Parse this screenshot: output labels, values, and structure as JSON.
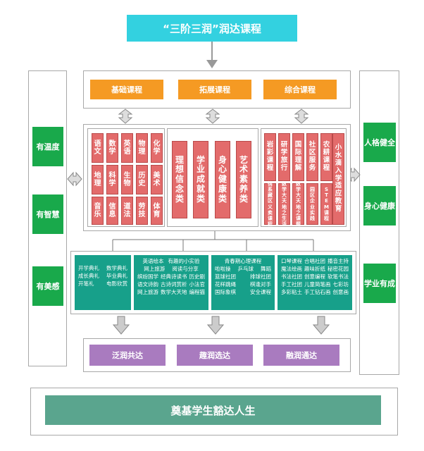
{
  "title": "“三阶三润”润达课程",
  "left_labels": [
    "有温度",
    "有智慧",
    "有美感"
  ],
  "right_labels": [
    "人格健全",
    "身心健康",
    "学业有成"
  ],
  "tiers": [
    "基础课程",
    "拓展课程",
    "综合课程"
  ],
  "foundation_subjects": [
    "语文",
    "数学",
    "英语",
    "物理",
    "化学",
    "地理",
    "科学",
    "生物",
    "历史",
    "美术",
    "音乐",
    "信息",
    "道法",
    "劳技",
    "体育"
  ],
  "extension_themes": [
    "理想信念类",
    "学业成就类",
    "身心健康类",
    "艺术素养类"
  ],
  "comprehensive_top": [
    "岩彩课程",
    "研学旅行",
    "国际理解",
    "社区服务",
    "农耕课程",
    "小水滴入学适应教育"
  ],
  "comprehensive_bottom": [
    "情系藏区义卖课程",
    "数学大天地之生活",
    "数学大天地之课题",
    "园区企业实践",
    "STEM课程"
  ],
  "activity_boxes": [
    {
      "rows": [
        [
          "开学典礼",
          "数学典礼"
        ],
        [
          "成长典礼",
          "毕业典礼"
        ],
        [
          "开笔礼",
          "电影欣赏"
        ]
      ]
    },
    {
      "rows": [
        [
          "英语绘本",
          "有趣的小实验"
        ],
        [
          "网上旅游",
          "阅读与分享"
        ],
        [
          "缤纷国学",
          "经典诗读书",
          "历史剧"
        ],
        [
          "语文诗韵",
          "古诗词赏析",
          "小法官"
        ],
        [
          "网上旅游",
          "数学大天地",
          "编程猫"
        ]
      ]
    },
    {
      "rows": [
        [
          "青春期心理课程"
        ],
        [
          "啦啦操",
          "乒乓球",
          "舞蹈"
        ],
        [
          "篮球社团",
          "排球社团"
        ],
        [
          "花样跳绳",
          "棋逢对手"
        ],
        [
          "国际象棋",
          "安全课程"
        ]
      ]
    },
    {
      "rows": [
        [
          "口琴课程",
          "合唱社团",
          "播音主持"
        ],
        [
          "魔法绘画",
          "趣味折纸",
          "秘密花园"
        ],
        [
          "书法社团",
          "创意编程",
          "软笔书法"
        ],
        [
          "手工社团",
          "儿童简笔画",
          "七彩坊"
        ],
        [
          "多彩粘土",
          "手工钻石画",
          "创意画"
        ]
      ]
    }
  ],
  "outcomes": [
    "泛润共达",
    "趣润选达",
    "融润通达"
  ],
  "bottom_banner": "奠基学生豁达人生",
  "colors": {
    "title": "#33d1e0",
    "orange": "#f59a23",
    "green": "#19a94b",
    "red": "#e36b6b",
    "teal": "#17a08a",
    "purple": "#a97bbf",
    "bottom": "#5aa58e"
  }
}
